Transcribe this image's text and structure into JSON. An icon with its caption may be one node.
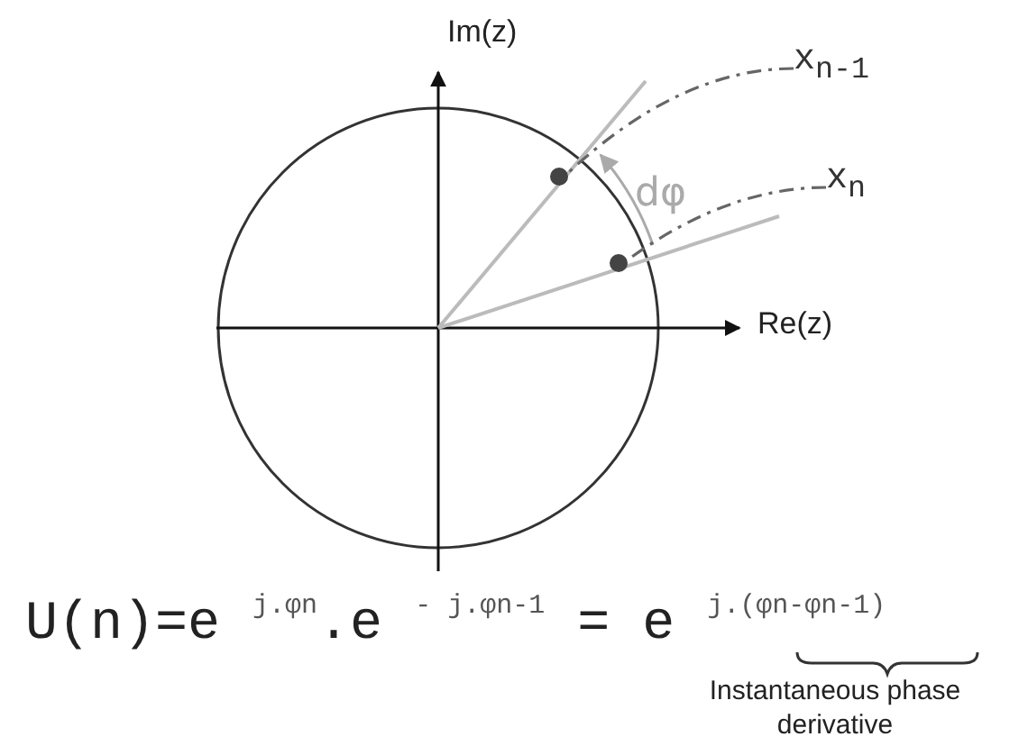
{
  "diagram": {
    "nodes": [
      {
        "text": [
          "x$_{n-1}$"
        ]
      },
      {
        "text": [
          "x$_{n}$"
        ]
      },
      {
        "text": [],
        "shape": "circle"
      },
      {
        "text": [],
        "shape": "circle"
      }
    ],
    "edges": [
      {
        "from": 0,
        "to": 2,
        "arrow": "none",
        "style": "dashed"
      },
      {
        "from": 1,
        "to": 3,
        "arrow": "none",
        "style": "dashed"
      }
    ],
    "labels": [
      "Im(z)",
      "Re(z)",
      "dφ",
      "U(n)=e $^{j.φn}$.e $^{- j.φn-1}$ = e $^{j.(φn-φn-1)}$",
      "Instantaneous phase derivative"
    ]
  }
}
